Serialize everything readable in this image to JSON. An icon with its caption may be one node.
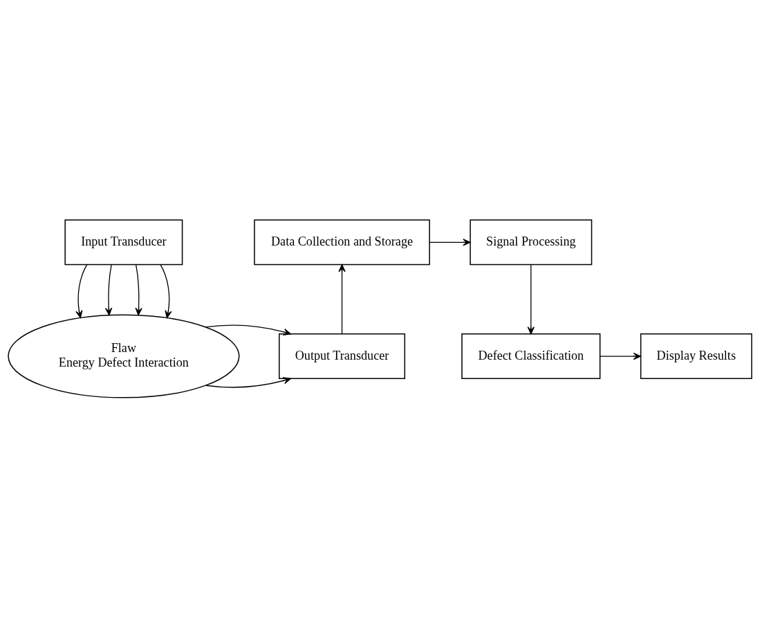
{
  "diagram": {
    "nodes": [
      {
        "text": [
          "Input Transducer"
        ]
      },
      {
        "text": [
          "Data Collection and Storage"
        ]
      },
      {
        "text": [
          "Signal Processing"
        ]
      },
      {
        "text": [
          "Flaw",
          "Energy Defect Interaction"
        ]
      },
      {
        "text": [
          "Output Transducer"
        ]
      },
      {
        "text": [
          "Display Results"
        ]
      },
      {
        "text": [
          "Defect Classification"
        ]
      }
    ],
    "edges": [
      {
        "from": 0,
        "to": 3,
        "arrow": "to"
      },
      {
        "from": 0,
        "to": 3,
        "arrow": "to"
      },
      {
        "from": 0,
        "to": 3,
        "arrow": "to"
      },
      {
        "from": 0,
        "to": 3,
        "arrow": "to"
      },
      {
        "from": 3,
        "to": 4,
        "arrow": "to"
      },
      {
        "from": 3,
        "to": 4,
        "arrow": "to"
      },
      {
        "from": 4,
        "to": 1,
        "arrow": "to"
      },
      {
        "from": 1,
        "to": 2,
        "arrow": "to"
      },
      {
        "from": 2,
        "to": 6,
        "arrow": "to"
      },
      {
        "from": 6,
        "to": 5,
        "arrow": "to"
      }
    ]
  }
}
